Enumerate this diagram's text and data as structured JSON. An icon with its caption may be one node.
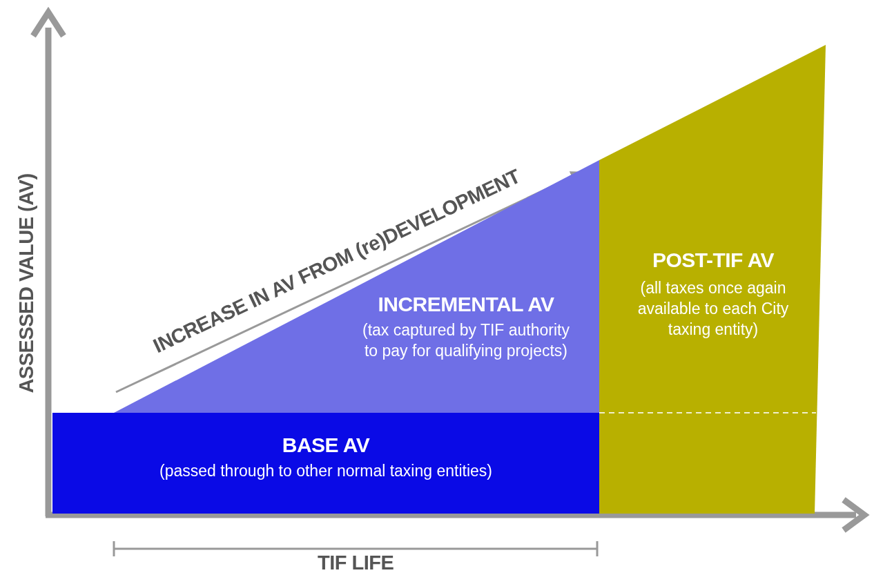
{
  "diagram": {
    "nodes": [
      {
        "text": [
          "BASE AV",
          "(passed through to other normal taxing entities)"
        ]
      },
      {
        "text": [
          "INCREMENTAL AV",
          "(tax captured by TIF authority to pay for qualifying projects)"
        ]
      },
      {
        "text": [
          "POST-TIF AV",
          "(all taxes once again available to each City taxing entity)"
        ]
      }
    ],
    "edges": [],
    "labels": [
      "ASSESSED VALUE (AV)",
      "INCREASE IN AV FROM (re)DEVELOPMENT",
      "TIF LIFE"
    ]
  }
}
